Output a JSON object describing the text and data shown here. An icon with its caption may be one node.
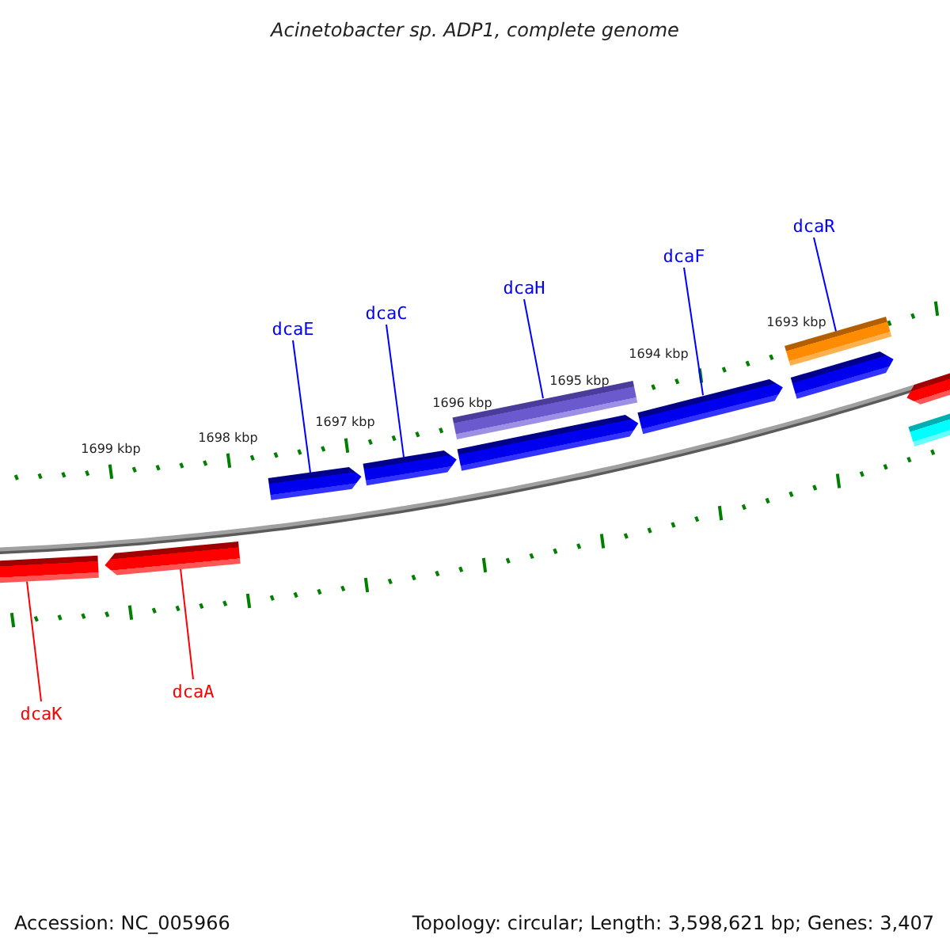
{
  "diagram": {
    "title": "Acinetobacter sp. ADP1, complete genome",
    "nodes": [
      {
        "text": [
          "dcaE"
        ]
      },
      {
        "text": [
          "dcaC"
        ]
      },
      {
        "text": [
          "dcaH"
        ]
      },
      {
        "text": [
          "dcaF"
        ]
      },
      {
        "text": [
          "dcaR"
        ]
      },
      {
        "text": [],
        "shape": "pentagon"
      },
      {
        "text": [],
        "shape": "pentagon"
      },
      {
        "text": [],
        "shape": "bar"
      },
      {
        "text": [],
        "shape": "pentagon"
      },
      {
        "text": [],
        "shape": "pentagon"
      },
      {
        "text": [],
        "shape": "bar"
      },
      {
        "text": [],
        "shape": "pentagon"
      },
      {
        "text": [],
        "shape": "pentagon"
      },
      {
        "text": [],
        "shape": "bar"
      },
      {
        "text": [],
        "shape": "pentagon"
      },
      {
        "text": [],
        "shape": "pentagon"
      },
      {
        "text": [
          "dcaK"
        ]
      },
      {
        "text": [
          "dcaA"
        ]
      }
    ],
    "edges": [
      {
        "from": 0,
        "to": 5,
        "arrow": "none"
      },
      {
        "from": 1,
        "to": 6,
        "arrow": "none"
      },
      {
        "from": 2,
        "to": 7,
        "arrow": "none"
      },
      {
        "from": 3,
        "to": 9,
        "arrow": "none"
      },
      {
        "from": 4,
        "to": 10,
        "arrow": "none"
      },
      {
        "from": 16,
        "to": 14,
        "arrow": "none",
        "color": "#ff0000"
      },
      {
        "from": 17,
        "to": 15,
        "arrow": "none",
        "color": "#ff0000"
      }
    ],
    "labels": [
      "1699 kbp",
      "1698 kbp",
      "1697 kbp",
      "1696 kbp",
      "1695 kbp",
      "1694 kbp",
      "1693 kbp",
      "Accession: NC_005966",
      "Topology: circular; Length: 3,598,621 bp; Genes: 3,407"
    ]
  }
}
